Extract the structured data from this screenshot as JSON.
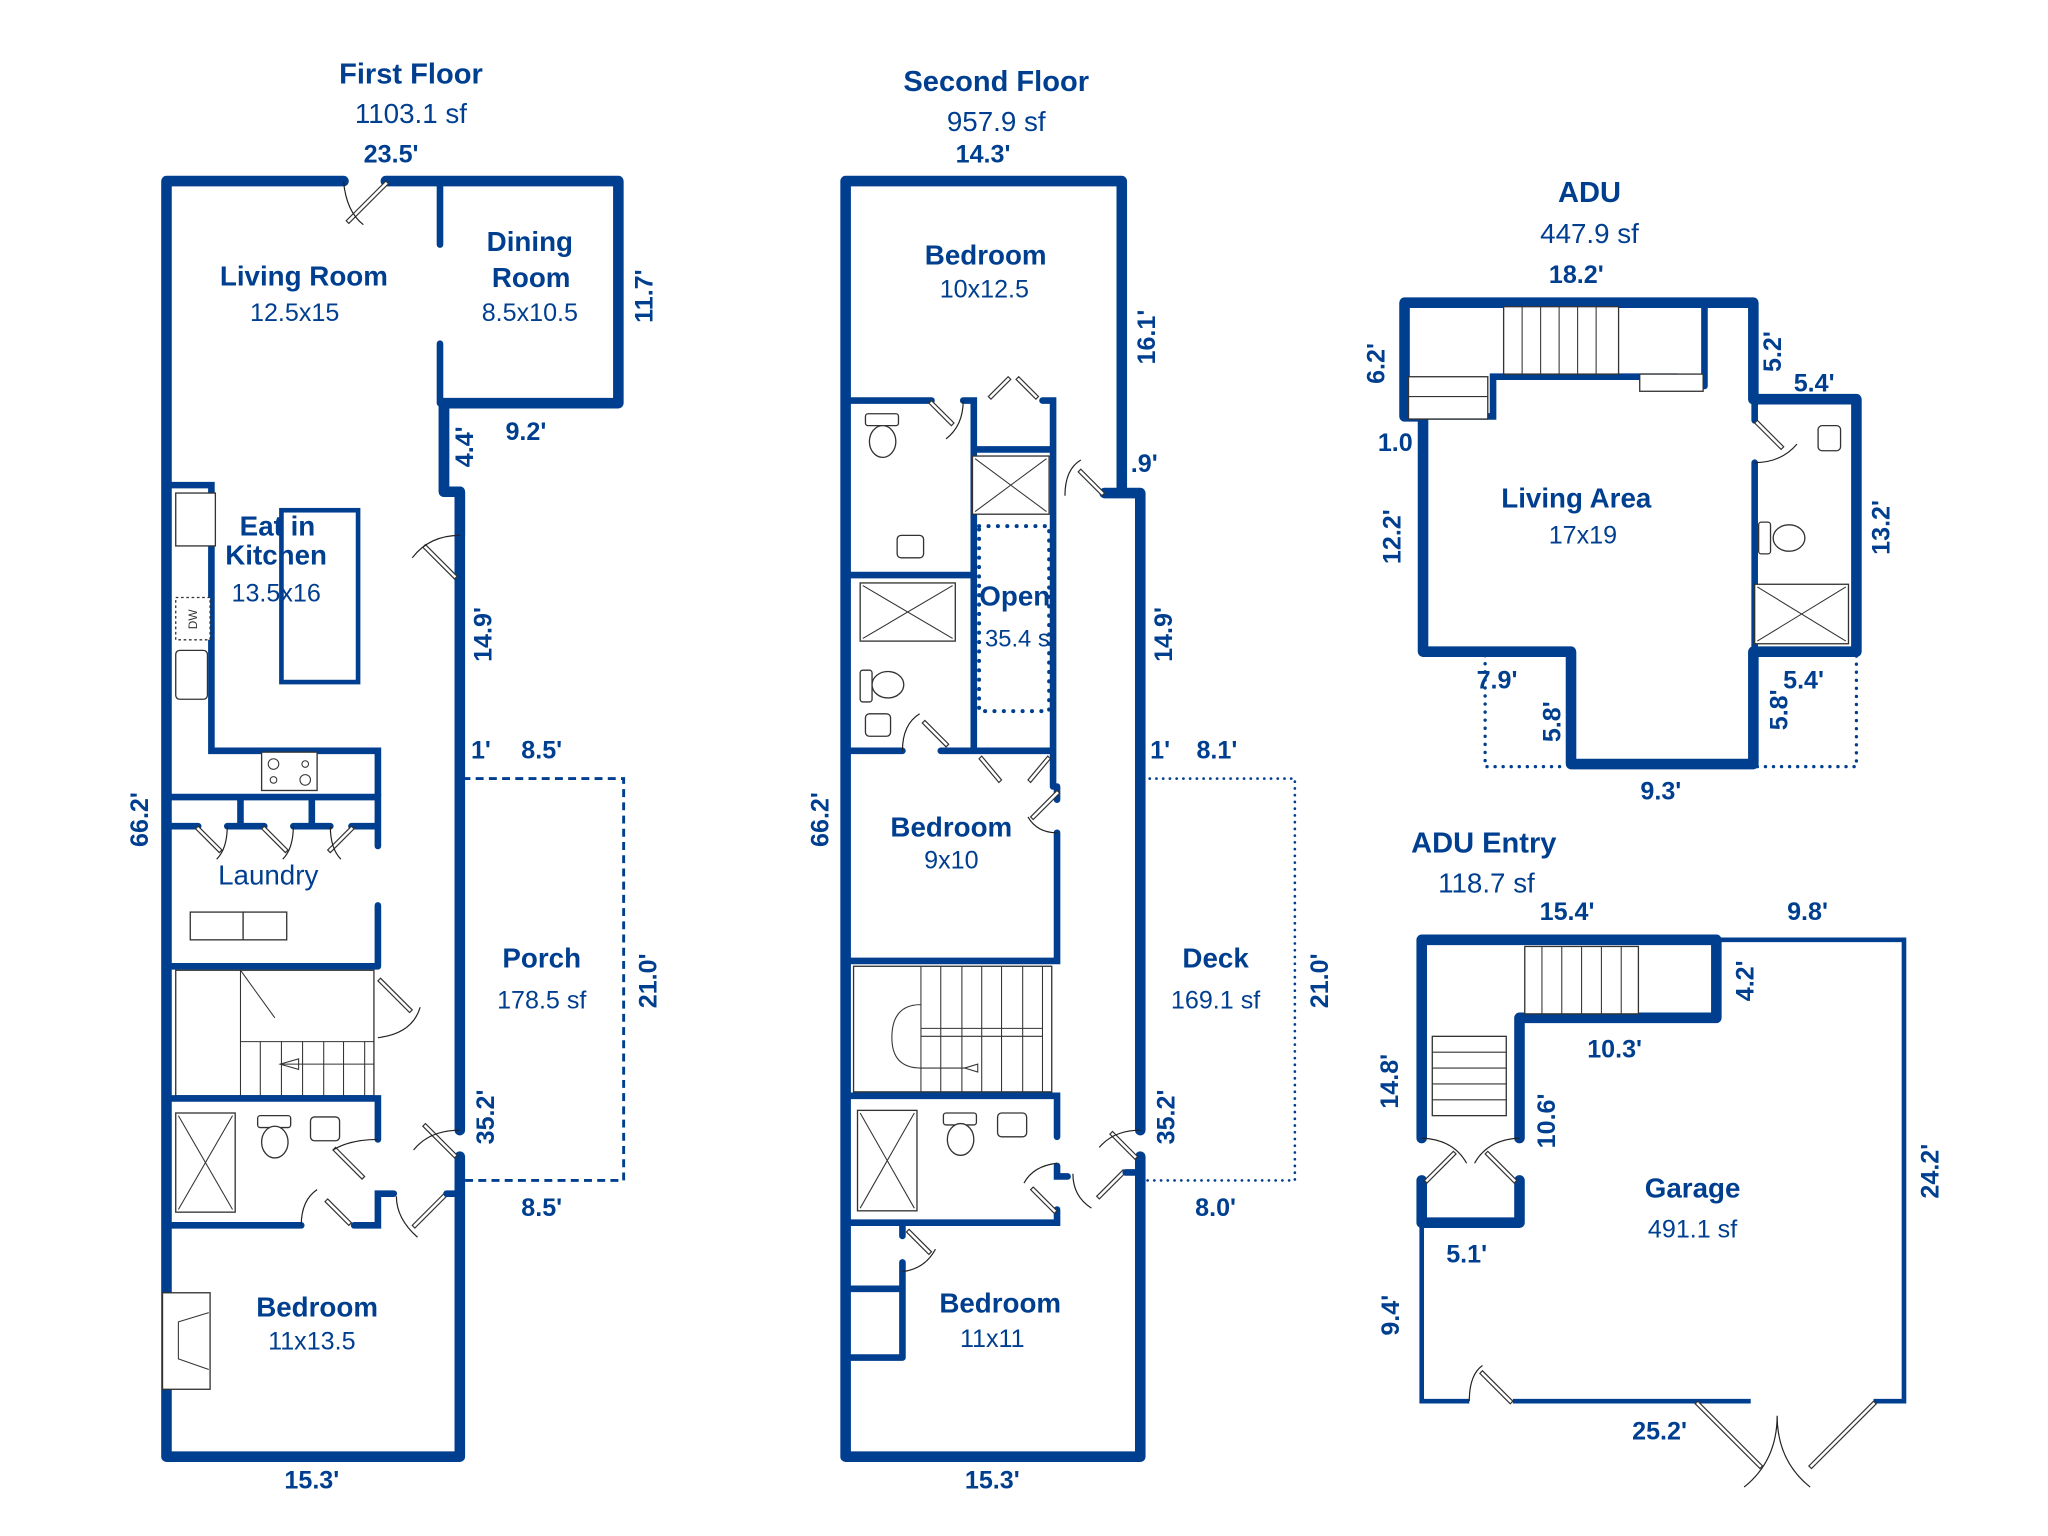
{
  "colors": {
    "wall": "#003f8f",
    "background": "#ffffff",
    "fixture": "#333333"
  },
  "floors": {
    "first": {
      "title": "First Floor",
      "area": "1103.1 sf",
      "rooms": {
        "living": {
          "name": "Living Room",
          "size": "12.5x15"
        },
        "dining_1": {
          "name": "Dining",
          "name2": "Room",
          "size": "8.5x10.5"
        },
        "kitchen": {
          "name": "Eat in",
          "name2": "Kitchen",
          "size": "13.5x16"
        },
        "laundry": {
          "name": "Laundry"
        },
        "bedroom": {
          "name": "Bedroom",
          "size": "11x13.5"
        },
        "porch": {
          "name": "Porch",
          "area": "178.5 sf"
        }
      },
      "fixtures": {
        "dishwasher": "DW"
      },
      "dims": {
        "top": "23.5'",
        "dining_right": "11.7'",
        "dining_bottom": "9.2'",
        "jog": "4.4'",
        "kitchen_right": "14.9'",
        "jog2": "1'",
        "porch_top": "8.5'",
        "left": "66.2'",
        "porch_right": "21.0'",
        "lower_right": "35.2'",
        "porch_bottom": "8.5'",
        "bottom": "15.3'"
      }
    },
    "second": {
      "title": "Second Floor",
      "area": "957.9 sf",
      "rooms": {
        "bedroom1": {
          "name": "Bedroom",
          "size": "10x12.5"
        },
        "open": {
          "name": "Open",
          "area": "35.4 s"
        },
        "bedroom2": {
          "name": "Bedroom",
          "size": "9x10"
        },
        "deck": {
          "name": "Deck",
          "area": "169.1 sf"
        },
        "bedroom3": {
          "name": "Bedroom",
          "size": "11x11"
        }
      },
      "dims": {
        "top": "14.3'",
        "right_upper": "16.1'",
        "jog": ".9'",
        "right_mid": "14.9'",
        "jog2": "1'",
        "deck_top": "8.1'",
        "left": "66.2'",
        "deck_right": "21.0'",
        "lower_right": "35.2'",
        "deck_bottom": "8.0'",
        "bottom": "15.3'"
      }
    },
    "adu": {
      "title": "ADU",
      "area": "447.9 sf",
      "rooms": {
        "living": {
          "name": "Living Area",
          "size": "17x19"
        }
      },
      "dims": {
        "top": "18.2'",
        "left_upper": "6.2'",
        "jog_left": "1.0",
        "left_lower": "12.2'",
        "right_upper": "5.2'",
        "bath_top": "5.4'",
        "right_lower": "13.2'",
        "bottom_left": "7.9'",
        "notch_left": "5.8'",
        "notch_right": "5.8'",
        "bottom_right": "5.4'",
        "bottom": "9.3'"
      }
    },
    "adu_entry": {
      "title": "ADU Entry",
      "area": "118.7 sf",
      "dims": {
        "top": "15.4'",
        "right": "4.2'",
        "inner_bottom": "10.3'",
        "left": "14.8'",
        "inner_left": "10.6'",
        "bottom": "5.1'"
      }
    },
    "garage": {
      "title": "Garage",
      "area": "491.1 sf",
      "dims": {
        "top": "9.8'",
        "right": "24.2'",
        "left": "9.4'",
        "bottom": "25.2'"
      }
    }
  }
}
